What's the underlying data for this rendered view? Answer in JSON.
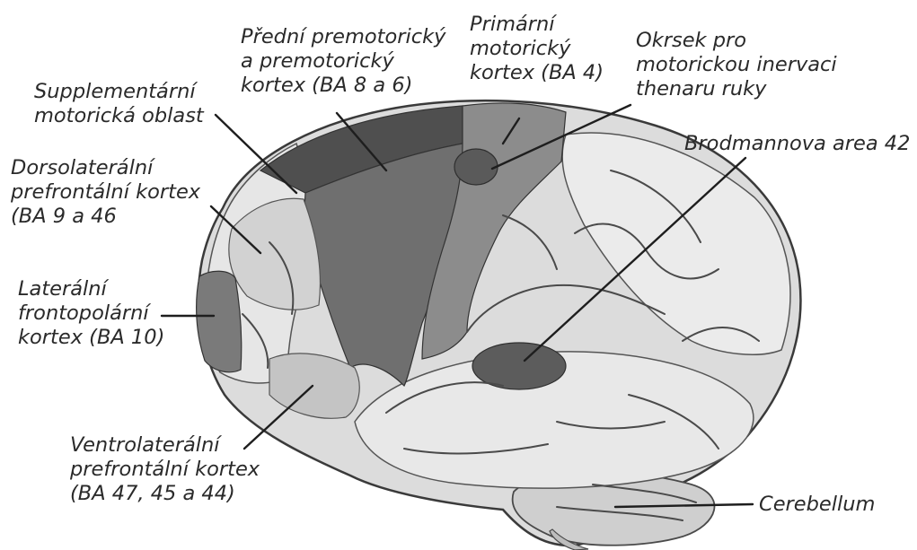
{
  "labels": {
    "supplementary_motor": {
      "lines": [
        "Supplementární",
        "motorická oblast"
      ]
    },
    "premotor": {
      "lines": [
        "Přední premotorický",
        "a premotorický",
        "kortex (BA 8 a 6)"
      ]
    },
    "primary_motor": {
      "lines": [
        "Primární",
        "motorický",
        "kortex (BA 4)"
      ]
    },
    "thenar_area": {
      "lines": [
        "Okrsek pro",
        "motorickou inervaci",
        "thenaru ruky"
      ]
    },
    "dorsolateral_pfc": {
      "lines": [
        "Dorsolaterální",
        "prefrontální kortex",
        "(BA 9 a 46"
      ]
    },
    "brodmann_42": {
      "lines": [
        "Brodmannova area 42"
      ]
    },
    "lateral_frontopolar": {
      "lines": [
        "Laterální",
        "frontopolární",
        "kortex (BA 10)"
      ]
    },
    "ventrolateral_pfc": {
      "lines": [
        "Ventrolaterální",
        "prefrontální kortex",
        "(BA 47, 45 a 44)"
      ]
    },
    "cerebellum": {
      "lines": [
        "Cerebellum"
      ]
    }
  },
  "colors": {
    "background": "#ffffff",
    "brain_base": "#dcdcdc",
    "gyrus_light": "#f2f2f2",
    "sulcus_dark": "#4a4a4a",
    "region_darkest": "#4f4f4f",
    "region_dark": "#6f6f6f",
    "region_medium": "#8c8c8c",
    "region_light": "#c4c4c4",
    "text": "#2a2a2a",
    "leader": "#1e1e1e"
  }
}
